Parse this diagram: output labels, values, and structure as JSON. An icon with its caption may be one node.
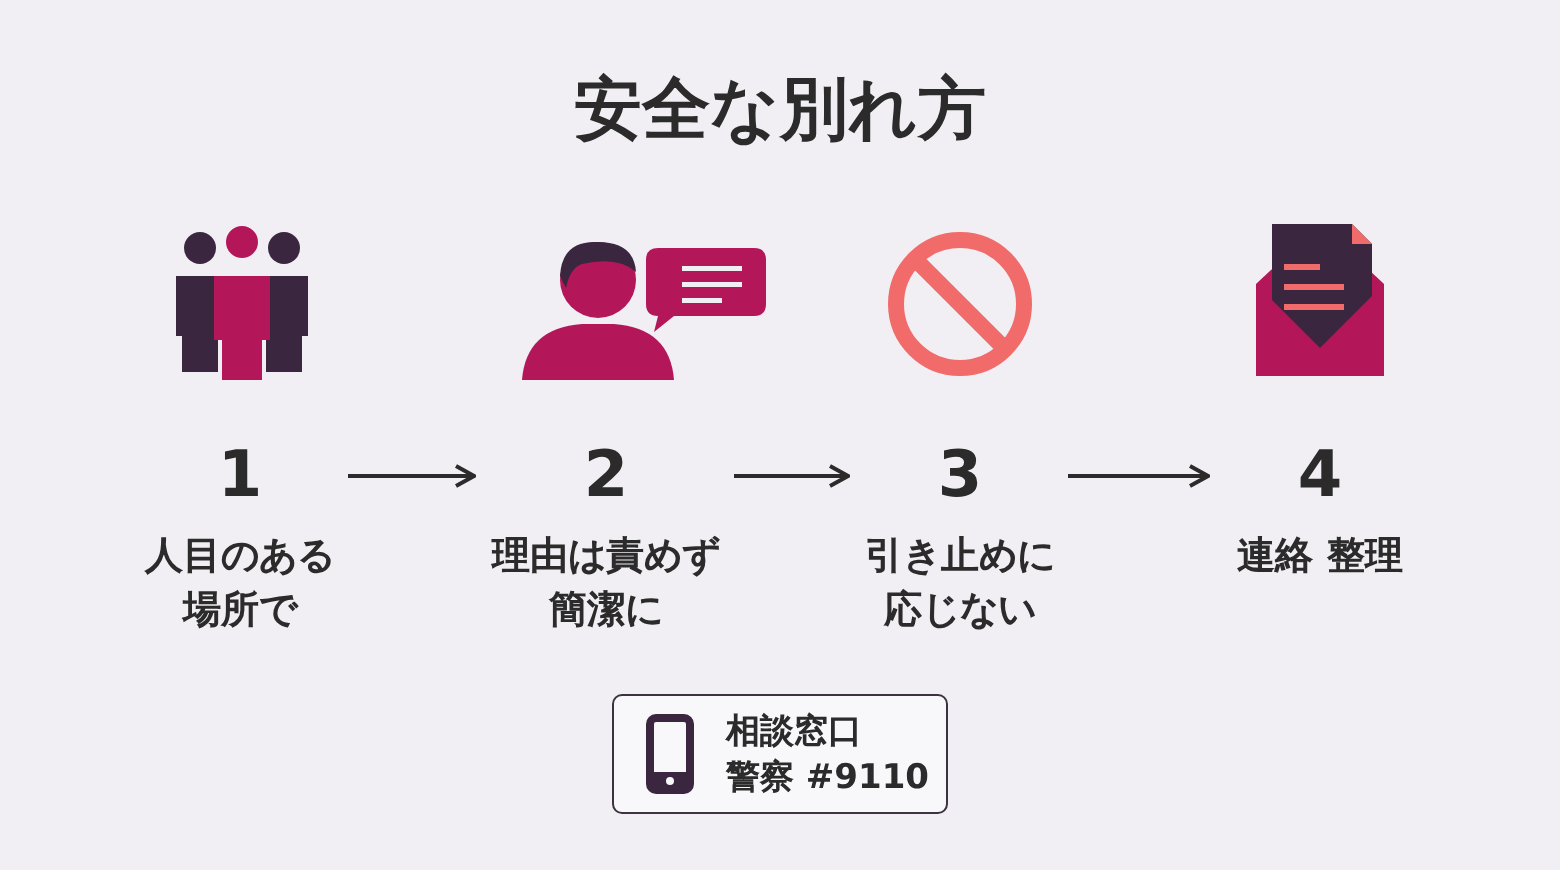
{
  "diagram": {
    "title": "安全な別れ方",
    "nodes": [
      {
        "text": [
          "1",
          "人目のある場所で"
        ]
      },
      {
        "text": [
          "2",
          "理由は責めず簡潔に"
        ]
      },
      {
        "text": [
          "3",
          "引き止めに応じない"
        ]
      },
      {
        "text": [
          "4",
          "連絡 整理"
        ]
      },
      {
        "text": [
          "相談窓口",
          "警察 #9110"
        ]
      }
    ],
    "edges": [
      {
        "from": 0,
        "to": 1,
        "arrow": "to"
      },
      {
        "from": 1,
        "to": 2,
        "arrow": "to"
      },
      {
        "from": 2,
        "to": 3,
        "arrow": "to"
      }
    ]
  }
}
